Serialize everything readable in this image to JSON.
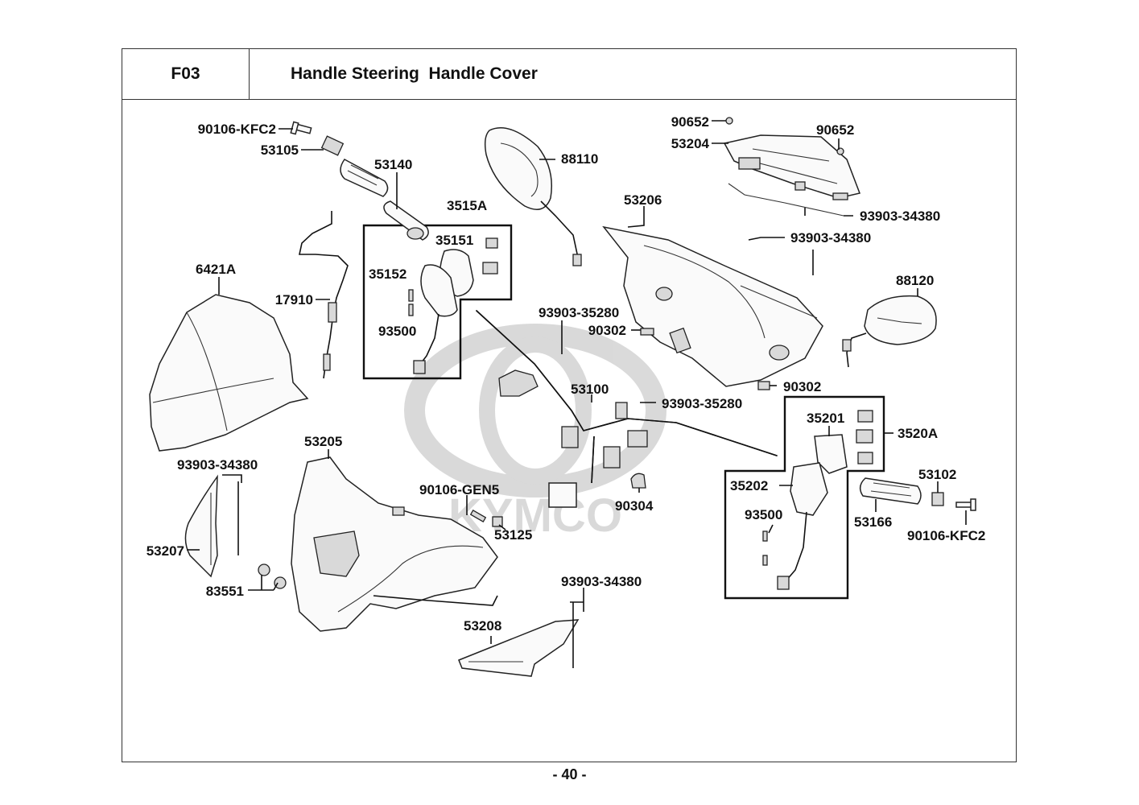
{
  "header": {
    "code": "F03",
    "title": "Handle Steering  Handle Cover"
  },
  "footer": {
    "page_number": "- 40 -"
  },
  "watermark": {
    "brand": "KYMCO"
  },
  "callouts": [
    {
      "id": "c1",
      "text": "90106-KFC2"
    },
    {
      "id": "c2",
      "text": "53105"
    },
    {
      "id": "c3",
      "text": "53140"
    },
    {
      "id": "c4",
      "text": "88110"
    },
    {
      "id": "c5",
      "text": "90652"
    },
    {
      "id": "c6",
      "text": "53204"
    },
    {
      "id": "c7",
      "text": "90652"
    },
    {
      "id": "c8",
      "text": "3515A"
    },
    {
      "id": "c9",
      "text": "35151"
    },
    {
      "id": "c10",
      "text": "35152"
    },
    {
      "id": "c11",
      "text": "93500"
    },
    {
      "id": "c12",
      "text": "53206"
    },
    {
      "id": "c13",
      "text": "93903-34380"
    },
    {
      "id": "c14",
      "text": "93903-34380"
    },
    {
      "id": "c15",
      "text": "6421A"
    },
    {
      "id": "c16",
      "text": "17910"
    },
    {
      "id": "c17",
      "text": "88120"
    },
    {
      "id": "c18",
      "text": "93903-35280"
    },
    {
      "id": "c19",
      "text": "90302"
    },
    {
      "id": "c20",
      "text": "90302"
    },
    {
      "id": "c21",
      "text": "53100"
    },
    {
      "id": "c22",
      "text": "93903-35280"
    },
    {
      "id": "c23",
      "text": "35201"
    },
    {
      "id": "c24",
      "text": "3520A"
    },
    {
      "id": "c25",
      "text": "53205"
    },
    {
      "id": "c26",
      "text": "93903-34380"
    },
    {
      "id": "c27",
      "text": "53102"
    },
    {
      "id": "c28",
      "text": "35202"
    },
    {
      "id": "c29",
      "text": "90106-GEN5"
    },
    {
      "id": "c30",
      "text": "90304"
    },
    {
      "id": "c31",
      "text": "53166"
    },
    {
      "id": "c32",
      "text": "93500"
    },
    {
      "id": "c33",
      "text": "53125"
    },
    {
      "id": "c34",
      "text": "90106-KFC2"
    },
    {
      "id": "c35",
      "text": "53207"
    },
    {
      "id": "c36",
      "text": "83551"
    },
    {
      "id": "c37",
      "text": "93903-34380"
    },
    {
      "id": "c38",
      "text": "53208"
    }
  ]
}
